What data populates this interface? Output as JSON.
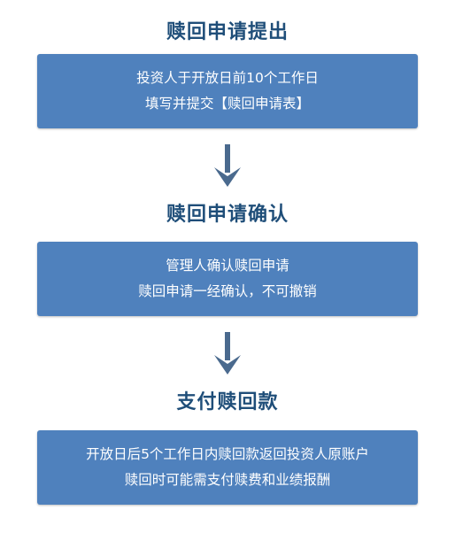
{
  "steps": [
    {
      "title": "赎回申请提出",
      "lines": [
        "投资人于开放日前10个工作日",
        "填写并提交【赎回申请表】"
      ]
    },
    {
      "title": "赎回申请确认",
      "lines": [
        "管理人确认赎回申请",
        "赎回申请一经确认，不可撤销"
      ]
    },
    {
      "title": "支付赎回款",
      "lines": [
        "开放日后5个工作日内赎回款返回投资人原账户",
        "赎回时可能需支付赎费和业绩报酬"
      ]
    }
  ],
  "colors": {
    "title": "#1f4e79",
    "box": "#4f81bd",
    "arrow": "#4a6a8e"
  }
}
